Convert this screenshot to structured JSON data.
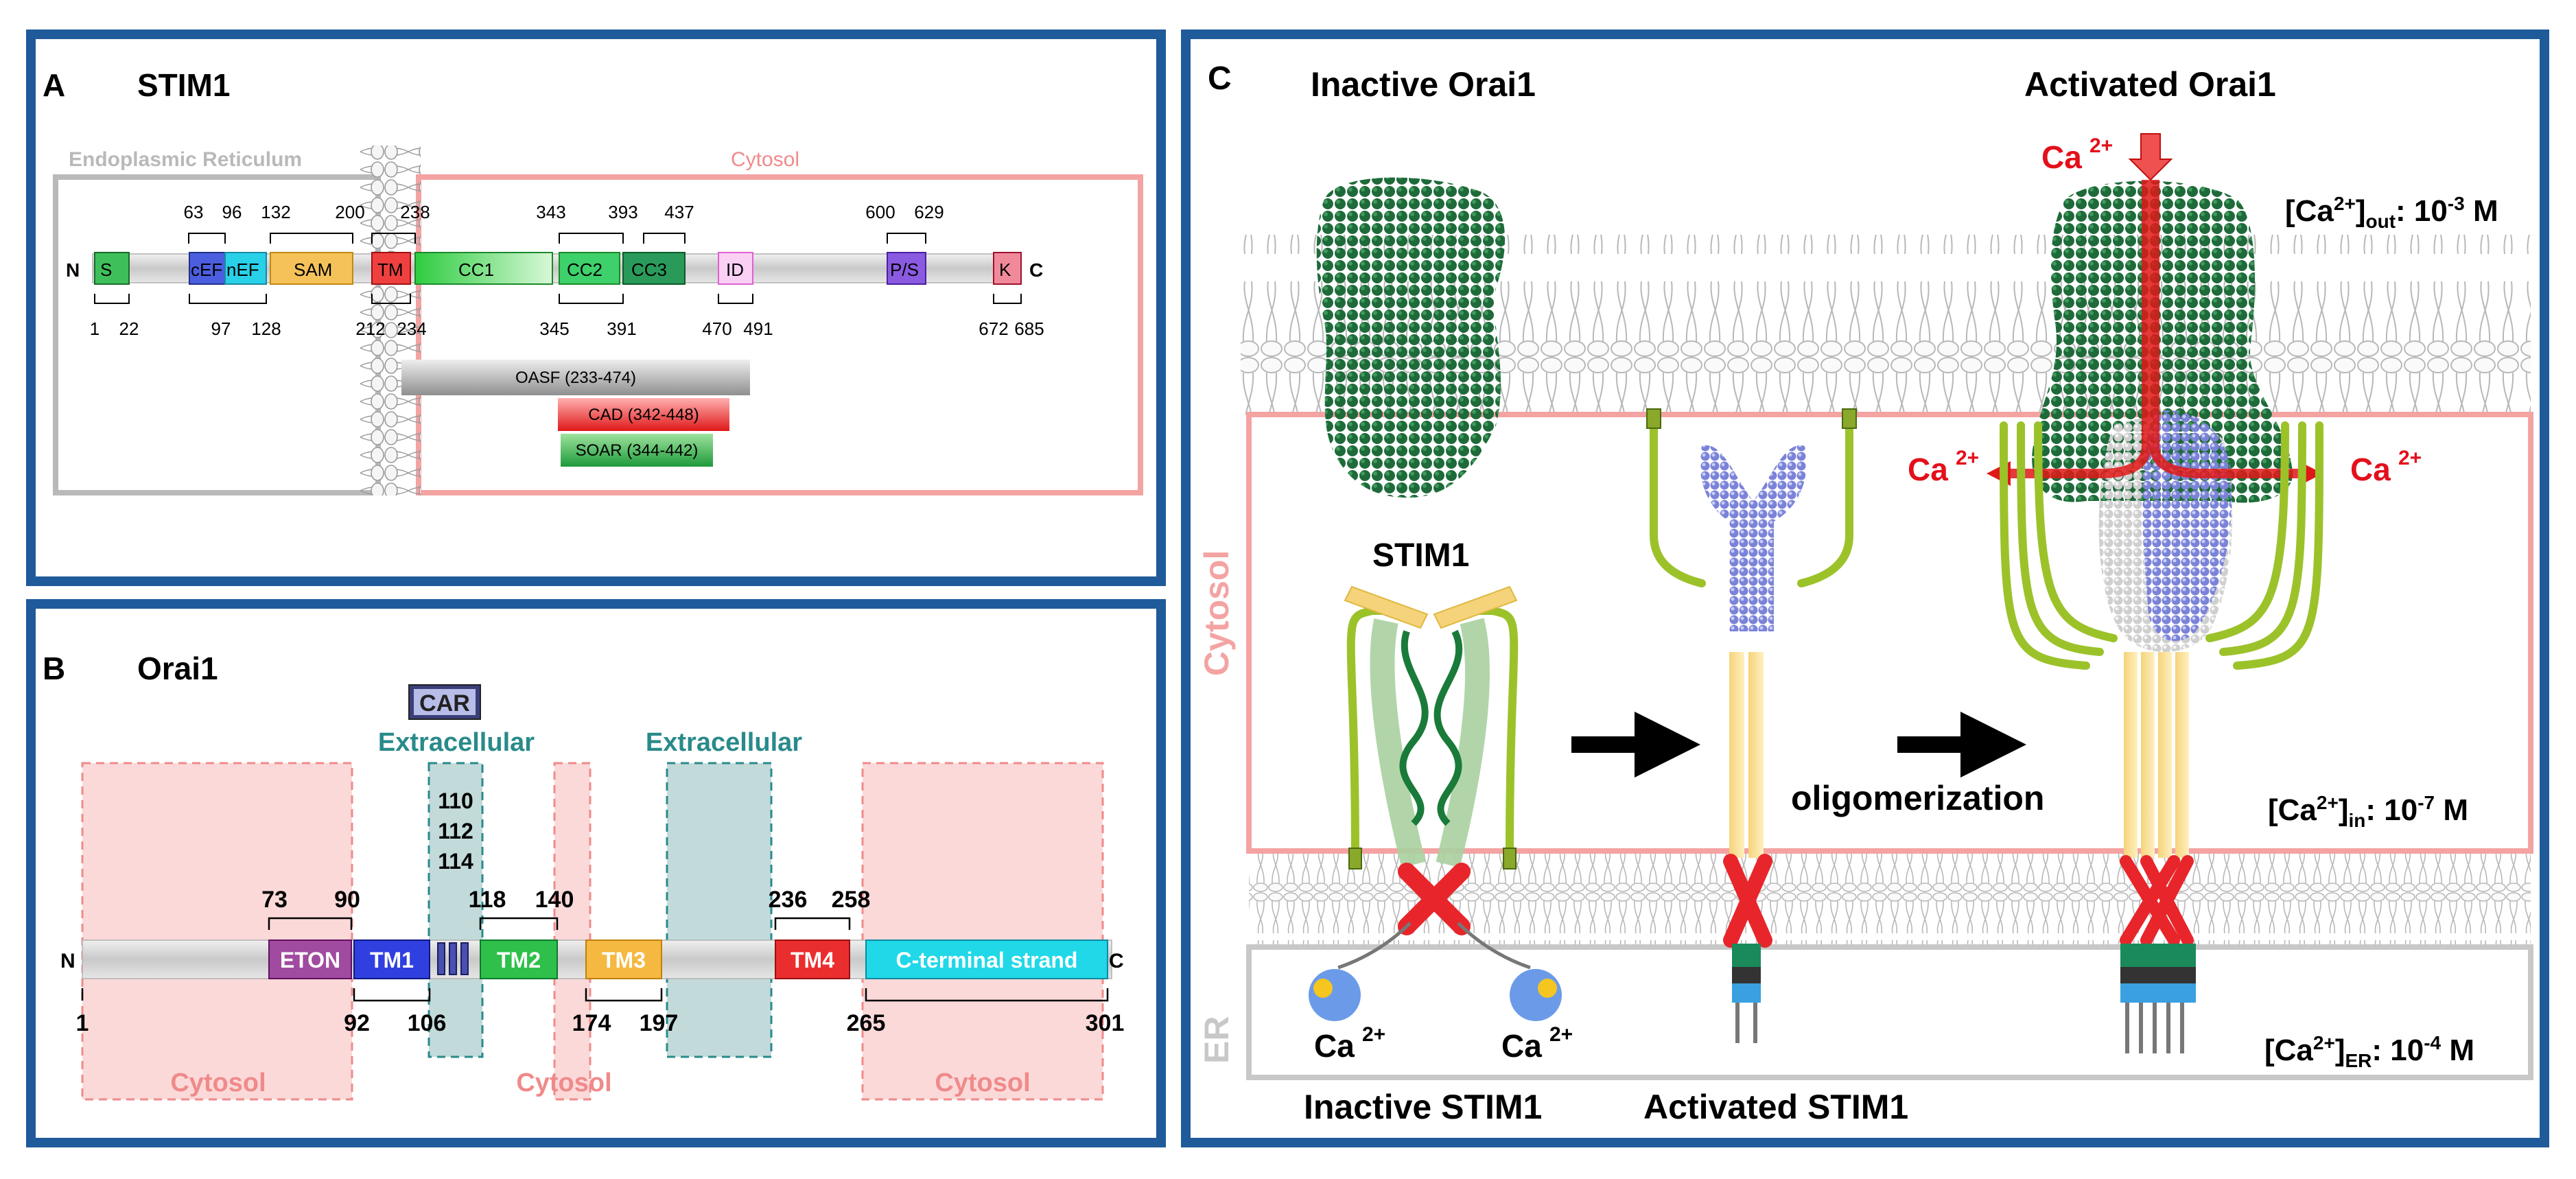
{
  "panelA": {
    "letter": "A",
    "title": "STIM1",
    "er_label": "Endoplasmic Reticulum",
    "cytosol_label": "Cytosol",
    "n": "N",
    "c": "C",
    "domains": [
      "S",
      "cEF",
      "nEF",
      "SAM",
      "TM",
      "CC1",
      "CC2",
      "CC3",
      "ID",
      "P/S",
      "K"
    ],
    "top_numbers": [
      "63",
      "96",
      "132",
      "200",
      "238",
      "343",
      "393",
      "437",
      "600",
      "629"
    ],
    "bottom_numbers": [
      "1",
      "22",
      "97",
      "128",
      "212",
      "234",
      "345",
      "391",
      "470",
      "491",
      "672",
      "685"
    ],
    "fragments": [
      "OASF (233-474)",
      "CAD (342-448)",
      "SOAR (344-442)"
    ]
  },
  "panelB": {
    "letter": "B",
    "title": "Orai1",
    "car": "CAR",
    "extracellular": "Extracellular",
    "cytosol": "Cytosol",
    "n": "N",
    "c": "C",
    "car_residues": [
      "110",
      "112",
      "114"
    ],
    "domains": [
      "ETON",
      "TM1",
      "TM2",
      "TM3",
      "TM4",
      "C-terminal strand"
    ],
    "top_numbers": [
      "73",
      "90",
      "118",
      "140",
      "236",
      "258"
    ],
    "bottom_numbers": [
      "1",
      "92",
      "106",
      "174",
      "197",
      "265",
      "301"
    ]
  },
  "panelC": {
    "letter": "C",
    "inactive_orai": "Inactive Orai1",
    "activated_orai": "Activated Orai1",
    "stim1": "STIM1",
    "oligomerization": "oligomerization",
    "cytosol": "Cytosol",
    "er": "ER",
    "inactive_stim": "Inactive STIM1",
    "activated_stim": "Activated STIM1",
    "ca_ion": "Ca",
    "ca_charge": "2+",
    "conc_out": {
      "pre": "[Ca",
      "sup": "2+",
      "close": "]",
      "sub": "out",
      "val": ": 10",
      "exp": "-3",
      "unit": " M"
    },
    "conc_in": {
      "pre": "[Ca",
      "sup": "2+",
      "close": "]",
      "sub": "in",
      "val": ": 10",
      "exp": "-7",
      "unit": " M"
    },
    "conc_er": {
      "pre": "[Ca",
      "sup": "2+",
      "close": "]",
      "sub": "ER",
      "val": ": 10",
      "exp": "-4",
      "unit": " M"
    }
  },
  "colors": {
    "frame": "#1f5a9a",
    "cytosol_pink": "#f4a3a3",
    "er_gray": "#bdbdbd",
    "orai_green": "#1f5f38",
    "stim_olive": "#9cc22a",
    "ca_red": "#e3101b"
  }
}
